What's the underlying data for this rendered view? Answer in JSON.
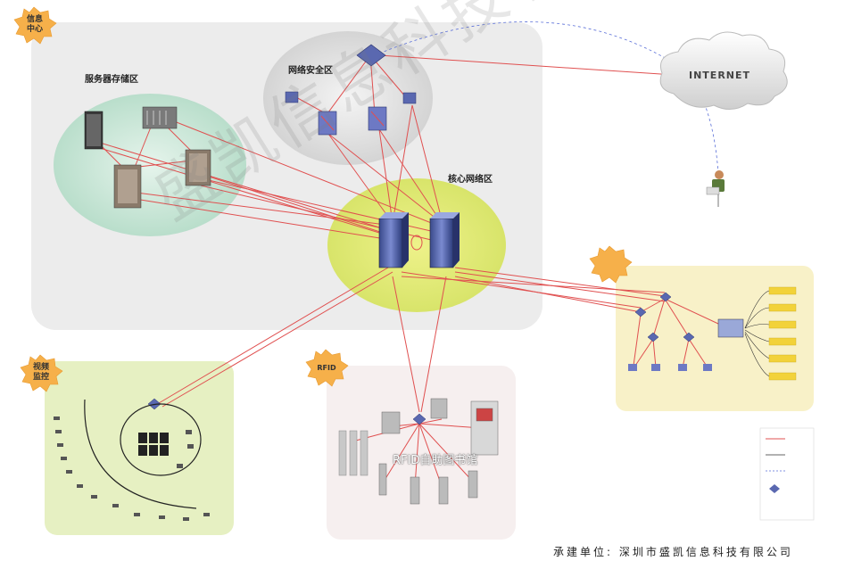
{
  "badges": {
    "info_center": "信息\n中心",
    "video": "视频\n监控",
    "rfid": "RFID"
  },
  "zones": {
    "storage": "服务器存储区",
    "security": "网络安全区",
    "core": "核心网络区"
  },
  "internet": "INTERNET",
  "rfid_library": "RFID自助图书馆",
  "footer": "承建单位: 深圳市盛凯信息科技有限公司",
  "watermark": "盛凯信息科技有限公司",
  "colors": {
    "link_red": "#e05050",
    "vpn_blue": "#5a6fd8",
    "gray_zone": "#ebebeb",
    "green_zone": "#c9e6d8",
    "yellow_core": "#e4ec7a",
    "video_zone": "#e8f2c4",
    "rfid_zone": "#f5eeee",
    "office_zone": "#f8f2cc",
    "badge_orange": "#f6b04a"
  }
}
